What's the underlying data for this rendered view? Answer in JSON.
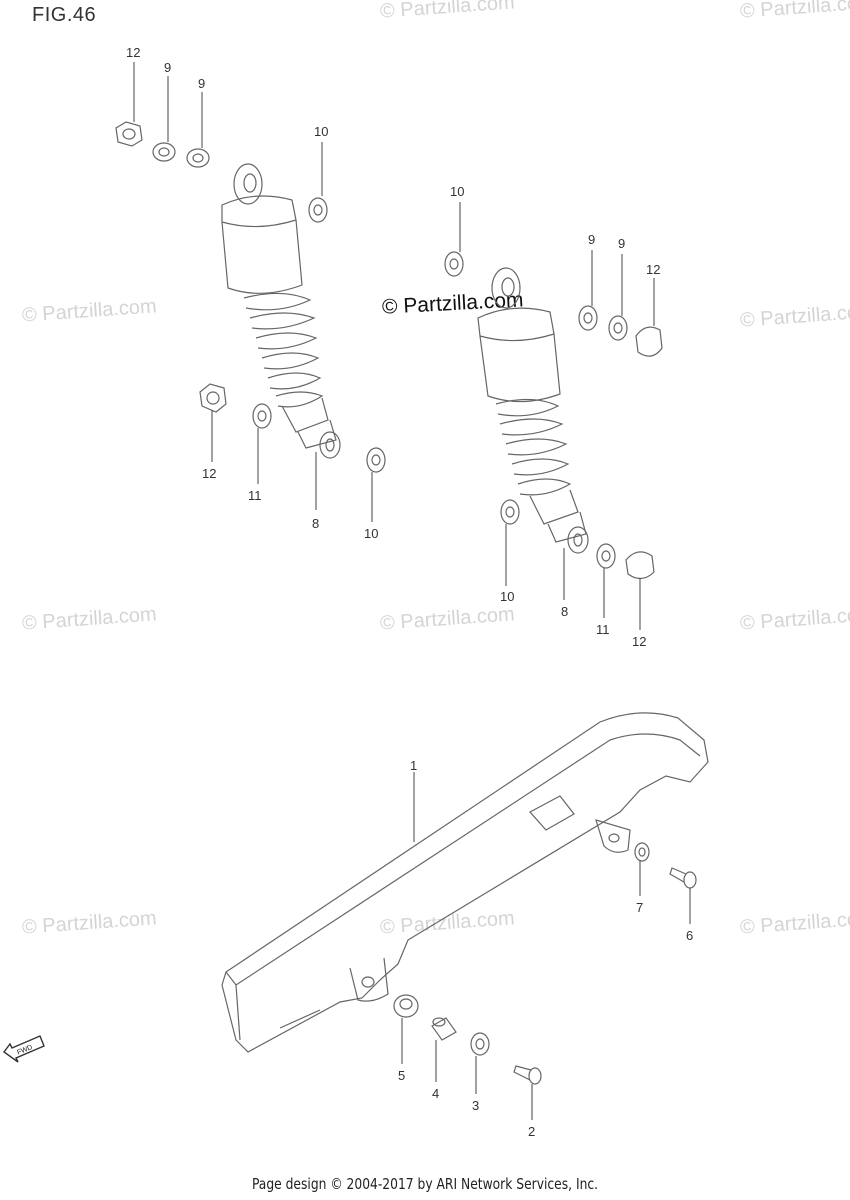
{
  "figure_title": "FIG.46",
  "watermark_text": "© Partzilla.com",
  "footer_text": "Page design © 2004-2017 by ARI Network Services, Inc.",
  "fwd_label": "FWD",
  "callouts": [
    "12",
    "9",
    "9",
    "10",
    "10",
    "9",
    "9",
    "12",
    "12",
    "11",
    "8",
    "10",
    "10",
    "8",
    "11",
    "12",
    "1",
    "7",
    "6",
    "5",
    "4",
    "3",
    "2"
  ]
}
